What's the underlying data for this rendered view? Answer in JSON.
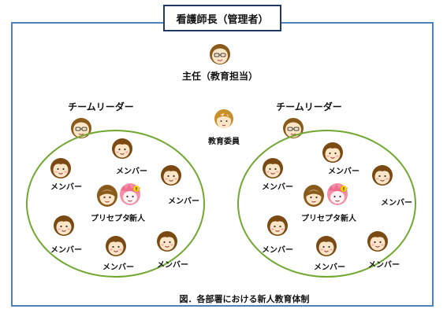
{
  "head_nurse": "看護師長（管理者）",
  "chief": "主任（教育担当）",
  "committee": "教育委員",
  "teams": [
    {
      "leader": "チームリーダー",
      "members": [
        "メンバー",
        "メンバー",
        "メンバー",
        "メンバー",
        "メンバー",
        "メンバー"
      ],
      "preceptor": "プリセプタ",
      "new_staff": "新人"
    },
    {
      "leader": "チームリーダー",
      "members": [
        "メンバー",
        "メンバー",
        "メンバー",
        "メンバー",
        "メンバー",
        "メンバー"
      ],
      "preceptor": "プリセプタ",
      "new_staff": "新人"
    }
  ],
  "caption": "図．各部署における新人教育体制",
  "colors": {
    "frame": "#4f81bd",
    "head_border": "#1f3864",
    "team_circle": "#70a830",
    "hair": "#7a4a12",
    "skin": "#fde6c8",
    "new_staff_pink": "#f48fa8"
  }
}
